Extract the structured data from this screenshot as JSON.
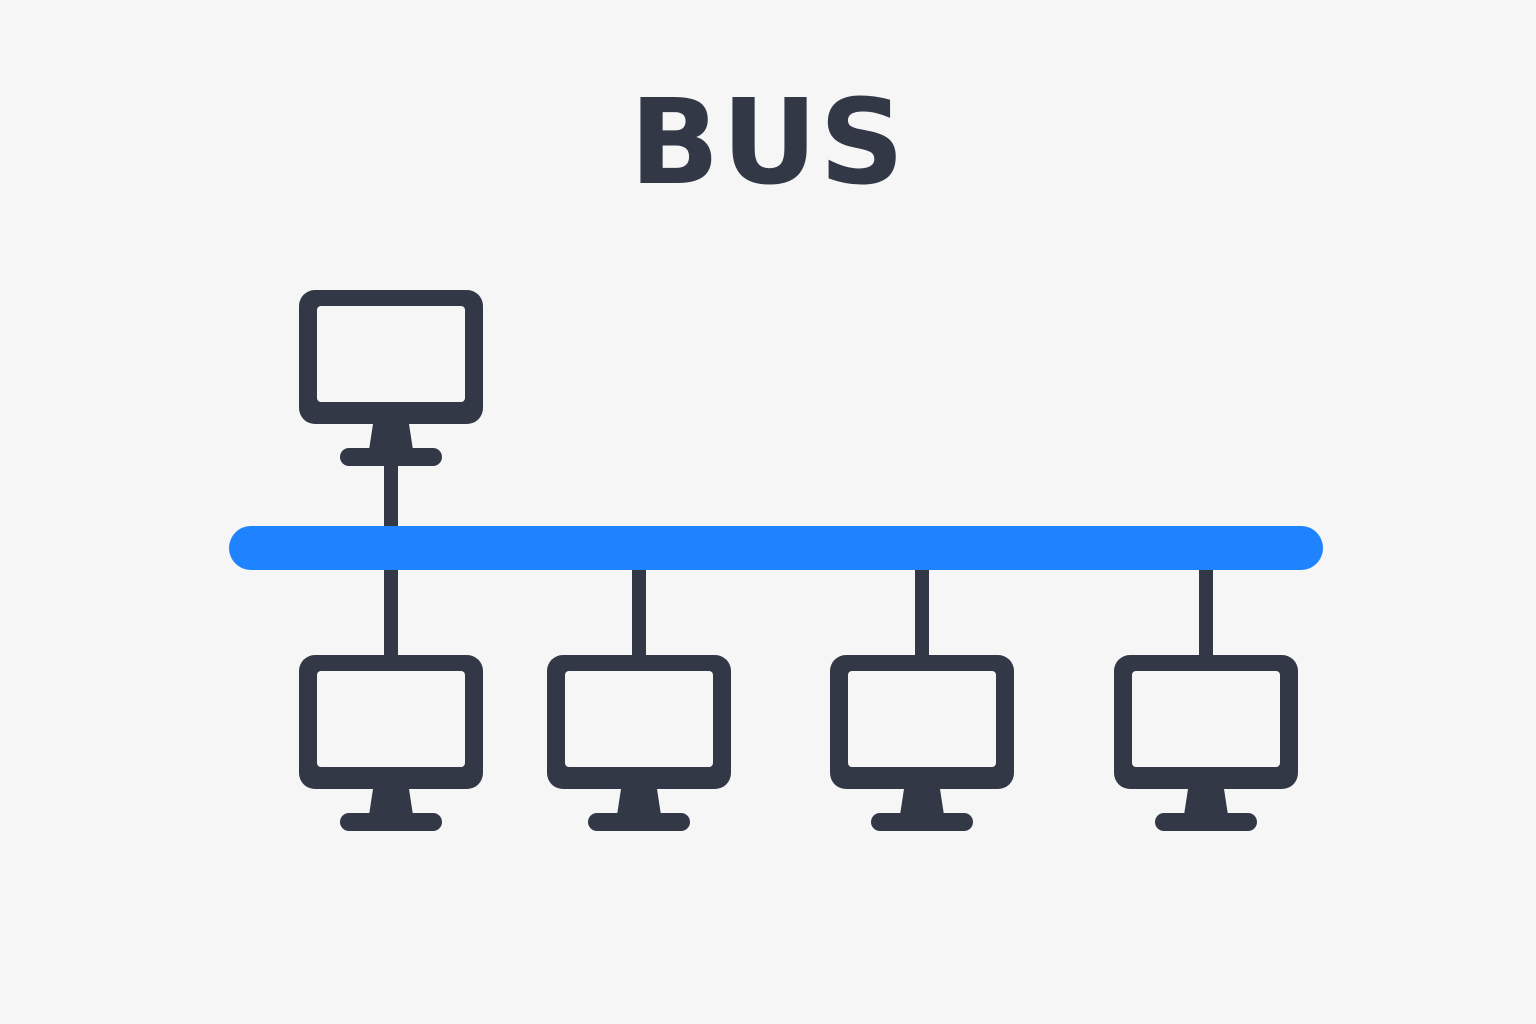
{
  "title": "BUS",
  "colors": {
    "background": "#f6f6f6",
    "ink": "#323846",
    "bus": "#1f82ff",
    "screen_fill": "#f6f6f6"
  },
  "nodes": [
    {
      "name": "computer-icon-top",
      "icon": "monitor-icon",
      "connection": "above-bus"
    },
    {
      "name": "computer-icon-1",
      "icon": "monitor-icon",
      "connection": "below-bus"
    },
    {
      "name": "computer-icon-2",
      "icon": "monitor-icon",
      "connection": "below-bus"
    },
    {
      "name": "computer-icon-3",
      "icon": "monitor-icon",
      "connection": "below-bus"
    },
    {
      "name": "computer-icon-4",
      "icon": "monitor-icon",
      "connection": "below-bus"
    }
  ]
}
